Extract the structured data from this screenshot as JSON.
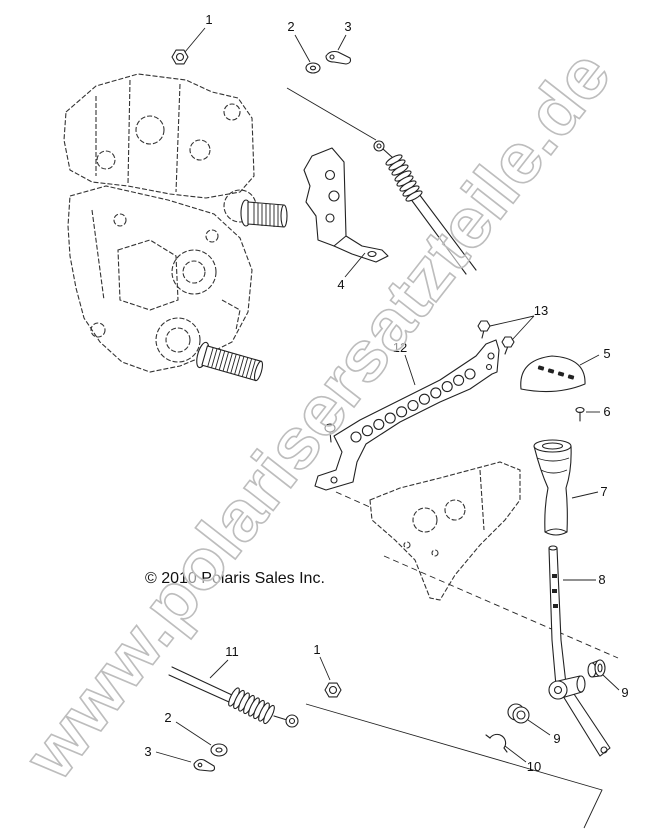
{
  "diagram": {
    "copyright": "© 2010 Polaris Sales Inc.",
    "watermark": "www.polarisersatzteile.de",
    "callouts": {
      "top_nut": "1",
      "top_washer": "2",
      "top_clip": "3",
      "cable_bracket": "4",
      "knob": "5",
      "screw": "6",
      "boot": "7",
      "shift_rod": "8",
      "bushing_right": "9",
      "bushing_left": "9",
      "e_clip": "10",
      "cable": "11",
      "mount_bracket": "12",
      "bolts": "13",
      "lower_nut": "1",
      "lower_washer": "2",
      "lower_clip": "3"
    }
  }
}
